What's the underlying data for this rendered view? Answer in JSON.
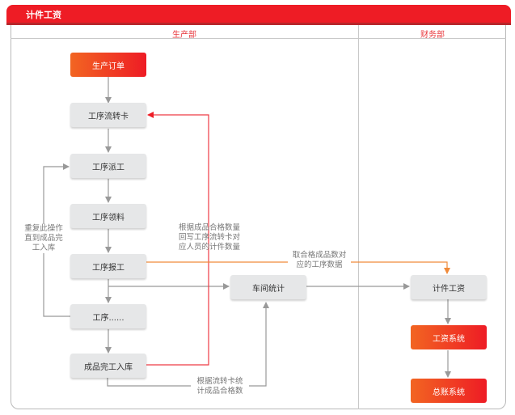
{
  "title": "计件工资",
  "lanes": [
    {
      "id": "production",
      "label": "生产部"
    },
    {
      "id": "finance",
      "label": "财务部"
    }
  ],
  "nodes": {
    "production_order": {
      "label": "生产订单",
      "style": "highlight"
    },
    "process_card": {
      "label": "工序流转卡",
      "style": "normal"
    },
    "dispatch": {
      "label": "工序派工",
      "style": "normal"
    },
    "material": {
      "label": "工序领料",
      "style": "normal"
    },
    "report": {
      "label": "工序报工",
      "style": "normal"
    },
    "process_more": {
      "label": "工序......",
      "style": "normal"
    },
    "warehouse": {
      "label": "成品完工入库",
      "style": "normal"
    },
    "workshop_stats": {
      "label": "车间统计",
      "style": "normal"
    },
    "piece_wage": {
      "label": "计件工资",
      "style": "normal"
    },
    "wage_system": {
      "label": "工资系统",
      "style": "highlight"
    },
    "ledger_system": {
      "label": "总账系统",
      "style": "highlight"
    }
  },
  "notes": {
    "repeat": [
      "重复此操作",
      "直到成品完",
      "工入库"
    ],
    "writeback": [
      "根据成品合格数量",
      "回写工序流转卡对",
      "应人员的计件数量"
    ],
    "fetch": [
      "取合格成品数对",
      "应的工序数据"
    ],
    "count": [
      "根据流转卡统",
      "计成品合格数"
    ]
  },
  "colors": {
    "brand_red": "#ee1c25",
    "brand_orange": "#f26522",
    "flow_gray": "#999999",
    "writeback_red": "#ee3a43",
    "fetch_orange": "#f08a3a"
  }
}
